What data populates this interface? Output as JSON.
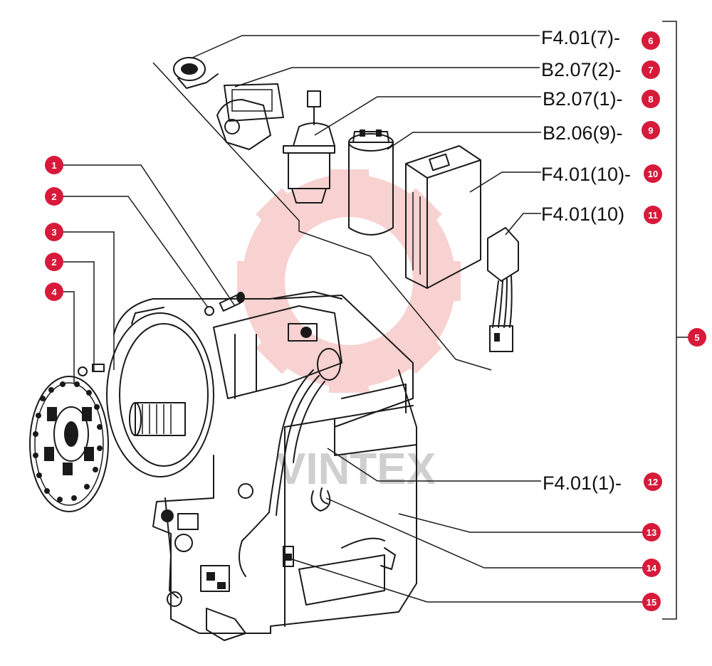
{
  "watermark": {
    "text": "VINTEX",
    "gear_color": "#f7c9c9"
  },
  "colors": {
    "badge": "#d71a3a",
    "line": "#1a1a1a"
  },
  "callouts": [
    {
      "num": "1",
      "label": ""
    },
    {
      "num": "2",
      "label": ""
    },
    {
      "num": "3",
      "label": ""
    },
    {
      "num": "2",
      "label": ""
    },
    {
      "num": "4",
      "label": ""
    },
    {
      "num": "5",
      "label": ""
    },
    {
      "num": "6",
      "label": "F4.01(7)-"
    },
    {
      "num": "7",
      "label": "B2.07(2)-"
    },
    {
      "num": "8",
      "label": "B2.07(1)-"
    },
    {
      "num": "9",
      "label": "B2.06(9)-"
    },
    {
      "num": "10",
      "label": "F4.01(10)-"
    },
    {
      "num": "11",
      "label": "F4.01(10)"
    },
    {
      "num": "12",
      "label": "F4.01(1)-"
    },
    {
      "num": "13",
      "label": ""
    },
    {
      "num": "14",
      "label": ""
    },
    {
      "num": "15",
      "label": ""
    }
  ]
}
